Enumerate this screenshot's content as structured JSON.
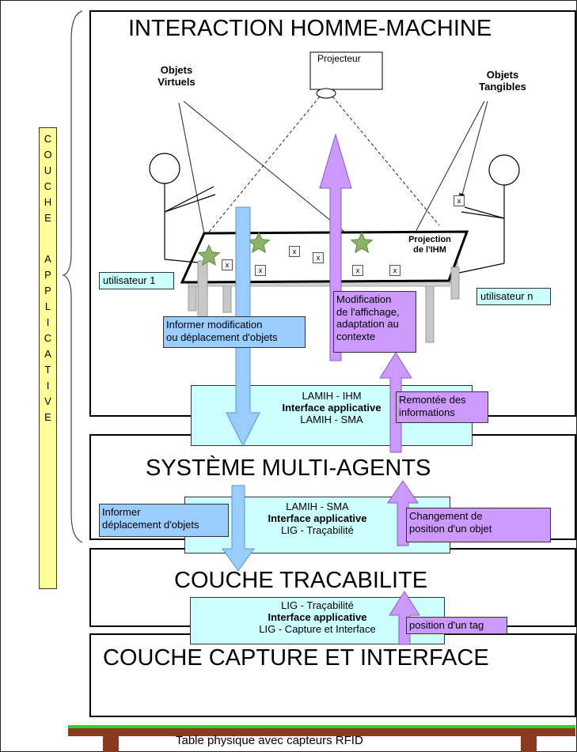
{
  "layers": {
    "ihm_title": "INTERACTION HOMME-MACHINE",
    "sma_title": "SYSTÈME MULTI-AGENTS",
    "trace_title": "COUCHE TRACABILITE",
    "capture_title": "COUCHE CAPTURE ET INTERFACE"
  },
  "side_label": {
    "letters": [
      "C",
      "O",
      "U",
      "C",
      "H",
      "E",
      "",
      "A",
      "P",
      "P",
      "L",
      "I",
      "C",
      "A",
      "T",
      "I",
      "V",
      "E"
    ]
  },
  "scene": {
    "projector": "Projecteur",
    "virtual_objects": [
      "Objets",
      "Virtuels"
    ],
    "tangible_objects": [
      "Objets",
      "Tangibles"
    ],
    "projection": [
      "Projection",
      "de l'IHM"
    ],
    "user_1": "utilisateur 1",
    "user_n": "utilisateur n",
    "tag_glyph": "x"
  },
  "interfaces": {
    "ihm_sma": {
      "top": "LAMIH - IHM",
      "middle": "Interface applicative",
      "bottom": "LAMIH - SMA"
    },
    "sma_trace": {
      "top": "LAMIH - SMA",
      "middle": "Interface applicative",
      "bottom": "LIG - Traçabilité"
    },
    "trace_capture": {
      "top": "LIG - Traçabilité",
      "middle": "Interface applicative",
      "bottom": "LIG - Capture et Interface"
    }
  },
  "down_labels": {
    "inform_modification": [
      "Informer modification",
      "ou déplacement d'objets"
    ],
    "inform_displacement": [
      "Informer",
      "déplacement d'objets"
    ]
  },
  "up_labels": {
    "display_modification": [
      "Modification",
      "de l'affichage,",
      "adaptation au",
      "contexte"
    ],
    "info_feedback": [
      "Remontée des",
      "informations"
    ],
    "position_change": [
      "Changement  de",
      "position d'un objet"
    ],
    "tag_position": "position d'un tag"
  },
  "physical_table": "Table physique avec capteurs RFID",
  "colors": {
    "down_arrow": "#99ccff",
    "up_arrow": "#cc99ff",
    "interface_box": "#ccffff",
    "side_label_bg": "#ffff99",
    "star": "#8db36a",
    "table_top": "#8b3a1f",
    "table_edge": "#33cc33"
  }
}
